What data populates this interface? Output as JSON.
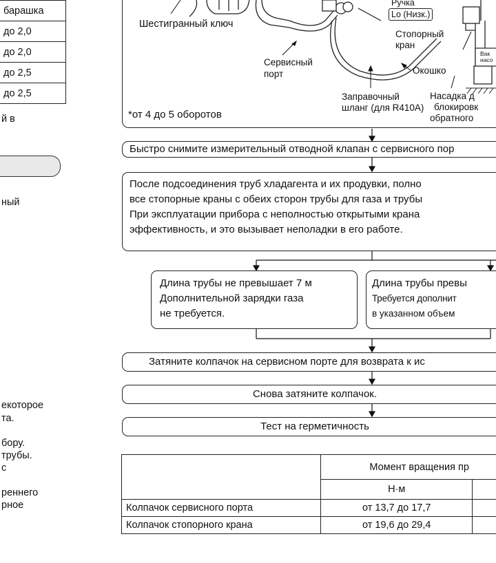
{
  "left_column": {
    "table_cells": [
      "барашка",
      "до 2,0",
      "до 2,0",
      "до 2,5",
      "до 2,5"
    ],
    "note_end": "й в",
    "fragment_ny": "ный",
    "frag_1": "екоторое",
    "frag_2": "та.",
    "frag_3": "бору.",
    "frag_4": "трубы.",
    "frag_5": "с",
    "frag_6": "реннего",
    "frag_7": "рное"
  },
  "diagram": {
    "hex_key": "Шестигранный ключ",
    "handle": "Ручка",
    "handle_lo": "Lo (Низк.)",
    "stop_valve_1": "Стопорный",
    "stop_valve_2": "кран",
    "service_port_1": "Сервисный",
    "service_port_2": "порт",
    "window": "Окошко",
    "hose_1": "Заправочный",
    "hose_2": "шланг (для R410A)",
    "nozzle_1": "Насадка д",
    "nozzle_2": "блокировк",
    "nozzle_3": "обратного",
    "vac_1": "Вак",
    "vac_2": "насо",
    "turns": "*от 4 до 5 оборотов"
  },
  "flow": {
    "step_remove": "Быстро снимите измерительный отводной клапан с сервисного пор",
    "step_open_1": "После подсоединения труб хладагента и их продувки, полно",
    "step_open_2": "все стопорные краны с обеих сторон трубы для газа и трубы",
    "step_open_3": "При эксплуатации прибора с неполностью открытыми крана",
    "step_open_4": "эффективность, и это вызывает неполадки в его работе.",
    "branch_left_1": "Длина трубы не превышает 7 м",
    "branch_left_2": "Дополнительной зарядки газа",
    "branch_left_3": "не требуется.",
    "branch_right_1": "Длина трубы превы",
    "branch_right_2": "Требуется дополнит",
    "branch_right_3": "в указанном объем",
    "step_tighten_port": "Затяните колпачок на сервисном порте для возврата к ис",
    "step_retighten": "Снова затяните колпачок.",
    "step_leak_test": "Тест на герметичность"
  },
  "torque_table": {
    "header": "Момент вращения пр",
    "unit": "Н·м",
    "rows": [
      {
        "label": "Колпачок сервисного порта",
        "value": "от 13,7 до 17,7"
      },
      {
        "label": "Колпачок стопорного крана",
        "value": "от 19,6 до 29,4"
      }
    ]
  }
}
